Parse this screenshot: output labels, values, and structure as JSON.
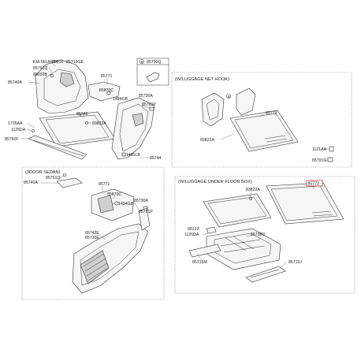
{
  "sections": {
    "top_left_labels": {
      "kia_seurity": "KIA SEURITY",
      "p85010": "85010",
      "p85719ge": "85719GE",
      "p85791q": "85791Q",
      "p88032b": "88032B",
      "p85740a": "85740A",
      "p85771": "85771",
      "p85870c": "85870C",
      "p1494gb": "1494GB",
      "p85730a": "85730A",
      "p85746": "85746",
      "p83822a": "83822A",
      "p85791p": "85791P",
      "p1735aa": "1735AA",
      "p1125da": "1125DA",
      "p85760f": "85760F",
      "p1491lb": "1491LB",
      "p85744": "85744"
    },
    "legend_box": {
      "badge": "a",
      "part": "85730Q"
    },
    "net_hook": {
      "title": "(W/LUGGAGE NET HOOK)",
      "badge": "a",
      "p85779": "85779",
      "p83822a": "83822A",
      "p1121aa": "1121AA",
      "p85791g": "85791G"
    },
    "sedan": {
      "title": "(3DOOR SEDAN)",
      "p85740a": "85740A",
      "p85791q": "85791Q",
      "p85771": "85771",
      "p85870c": "85870C",
      "p85730a": "85730A",
      "p1494gb": "1494GB",
      "p85791p": "85791P",
      "p85742e": "85742E",
      "p85730e": "85730E"
    },
    "under_floor": {
      "title": "(W/LUGGAGE UNDER FLOOR BOX)",
      "p83822a": "83822A",
      "p85773": "85773",
      "p9612z": "9612Z",
      "p1125da": "1125DA",
      "p85738d": "85738D",
      "p85715m": "85715M",
      "p85715j": "85715J",
      "highlight_color": "#e0222a"
    }
  }
}
